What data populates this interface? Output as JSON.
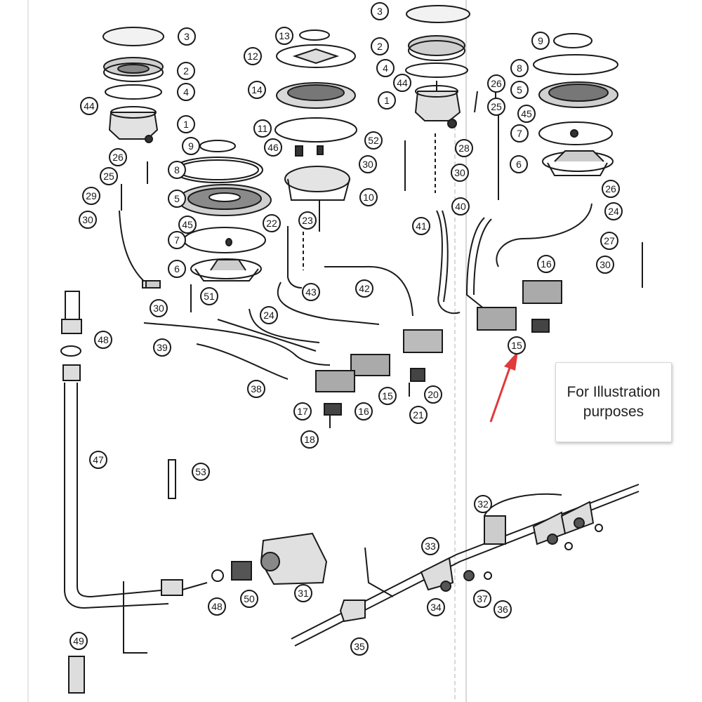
{
  "diagram": {
    "callouts": [
      "3",
      "2",
      "4",
      "44",
      "1",
      "26",
      "25",
      "29",
      "30",
      "9",
      "8",
      "5",
      "45",
      "7",
      "6",
      "51",
      "30",
      "13",
      "12",
      "14",
      "11",
      "46",
      "10",
      "22",
      "23",
      "43",
      "42",
      "24",
      "3",
      "2",
      "4",
      "44",
      "1",
      "52",
      "30",
      "41",
      "26",
      "25",
      "28",
      "30",
      "40",
      "9",
      "8",
      "5",
      "45",
      "7",
      "6",
      "26",
      "24",
      "27",
      "30",
      "16",
      "15",
      "48",
      "39",
      "38",
      "17",
      "16",
      "18",
      "15",
      "20",
      "21",
      "47",
      "53",
      "32",
      "33",
      "48",
      "50",
      "31",
      "34",
      "37",
      "36",
      "35",
      "49"
    ]
  },
  "note": {
    "text": "For Illustration purposes"
  },
  "colors": {
    "ink": "#1a1a1a",
    "arrow": "#e03a3a",
    "box_border": "#d6d6d6"
  }
}
